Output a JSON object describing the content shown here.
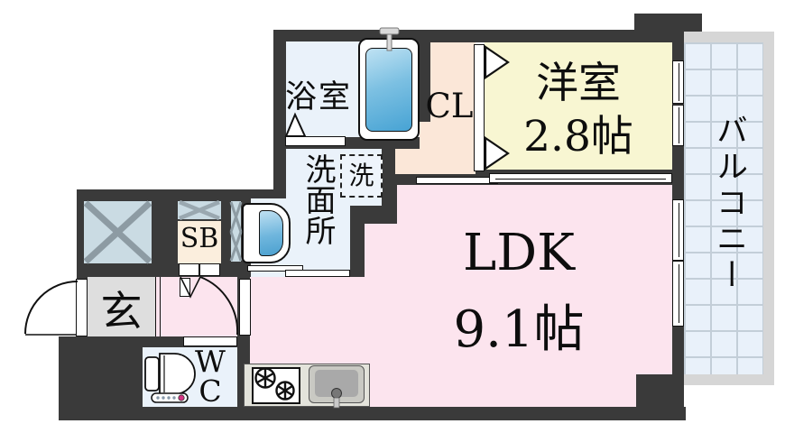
{
  "floorplan": {
    "rooms": {
      "bath": {
        "label": "浴室"
      },
      "washroom": {
        "label": "洗面所"
      },
      "laundry": {
        "label": "洗"
      },
      "closet": {
        "label": "CL"
      },
      "western_room": {
        "label": "洋室",
        "size": "2.8帖"
      },
      "balcony": {
        "label": "バルコニー"
      },
      "ldk": {
        "label": "LDK",
        "size": "9.1帖"
      },
      "entrance": {
        "label": "玄"
      },
      "shoe_box": {
        "label": "SB"
      },
      "toilet": {
        "label_line1": "W",
        "label_line2": "C"
      }
    },
    "colors": {
      "wall": "#3a3a3a",
      "ldk_floor": "#fce4ee",
      "western_room_floor": "#f8f6d2",
      "closet_floor": "#fbe7d8",
      "wet_area_floor": "#eaf2fa",
      "entrance_floor": "#dedede",
      "shoe_box_fill": "#fbeedd",
      "shaft_fill": "#cadbe3",
      "balcony_fill": "#e9f1fa",
      "balcony_frame": "#d6d6d6",
      "bathtub_water": "#4ba0cf"
    }
  }
}
